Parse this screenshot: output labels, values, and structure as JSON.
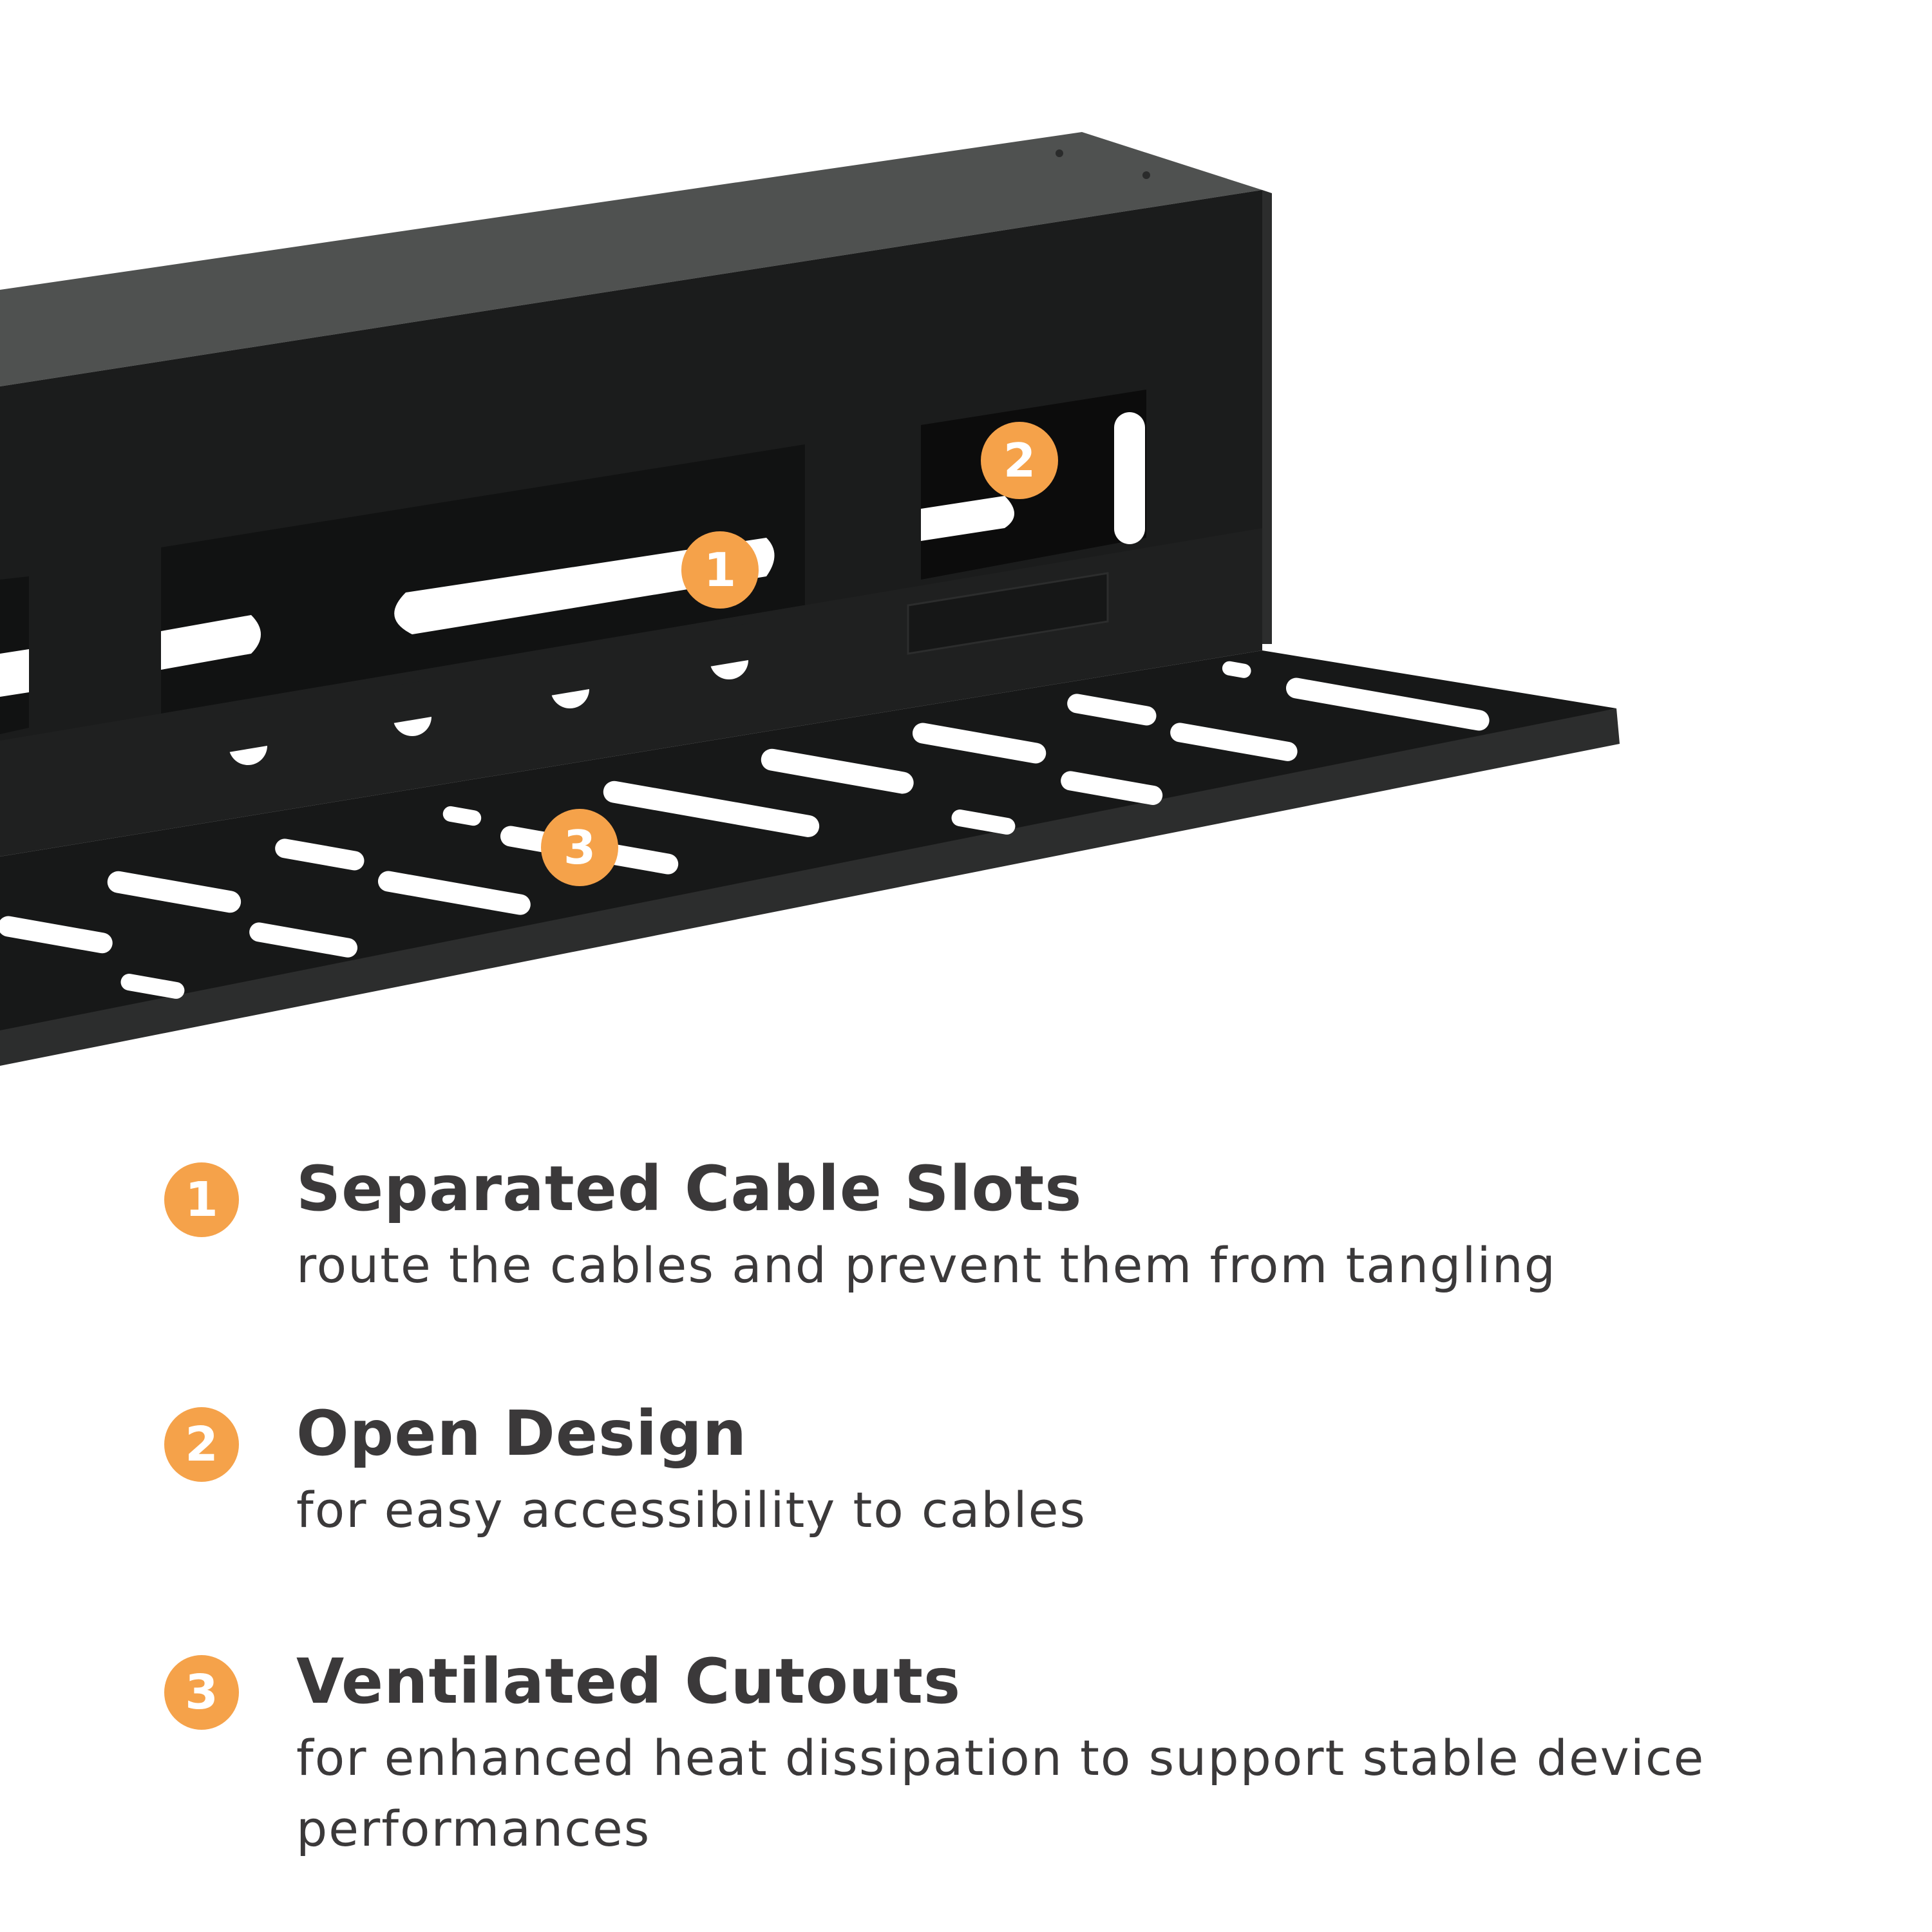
{
  "colors": {
    "accent": "#F5A24A",
    "text": "#3b393a",
    "metal_dark": "#1c1d1d",
    "metal_top": "#4f5150",
    "background": "#ffffff"
  },
  "illustration": {
    "callouts": [
      "1",
      "2",
      "3"
    ]
  },
  "features": [
    {
      "number": "1",
      "title": "Separated Cable Slots",
      "description": "route the cables and prevent them from tangling"
    },
    {
      "number": "2",
      "title": "Open Design",
      "description": "for easy accessibility to cables"
    },
    {
      "number": "3",
      "title": "Ventilated Cutouts",
      "description": "for enhanced heat dissipation to support stable device performances"
    }
  ]
}
